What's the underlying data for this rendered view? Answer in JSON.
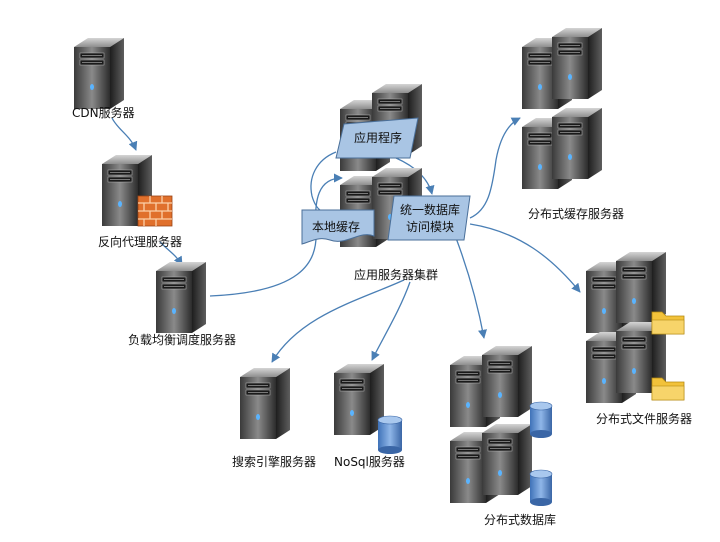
{
  "labels": {
    "cdn": "CDN服务器",
    "proxy": "反向代理服务器",
    "lb": "负载均衡调度服务器",
    "app_cluster": "应用服务器集群",
    "app_program": "应用程序",
    "local_cache": "本地缓存",
    "data_access": "统一数据库",
    "data_access_2": "访问模块",
    "dist_cache": "分布式缓存服务器",
    "dist_file": "分布式文件服务器",
    "dist_db": "分布式数据库",
    "search": "搜索引擎服务器",
    "nosql": "NoSql服务器"
  },
  "colors": {
    "edge": "#4a7fb5",
    "box_fill": "#a9c5e4",
    "box_stroke": "#4a6f99",
    "firewall": "#e0702c",
    "folder": "#f2c23a",
    "cylinder": "#5c8fd0"
  },
  "icons": [
    "server-icon",
    "firewall-icon",
    "folder-icon",
    "database-cylinder-icon"
  ]
}
